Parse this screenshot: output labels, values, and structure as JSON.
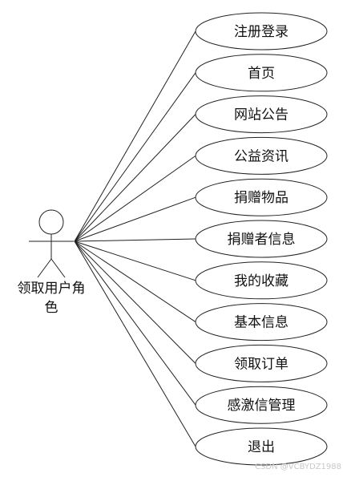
{
  "actor": {
    "name_line1": "领取用户角",
    "name_line2": "色"
  },
  "use_cases": [
    "注册登录",
    "首页",
    "网站公告",
    "公益资讯",
    "捐赠物品",
    "捐赠者信息",
    "我的收藏",
    "基本信息",
    "领取订单",
    "感激信管理",
    "退出"
  ],
  "watermark": "CSDN @VCBYDZ1988",
  "colors": {
    "stroke": "#222222",
    "fill": "#ffffff",
    "text": "#111111"
  }
}
